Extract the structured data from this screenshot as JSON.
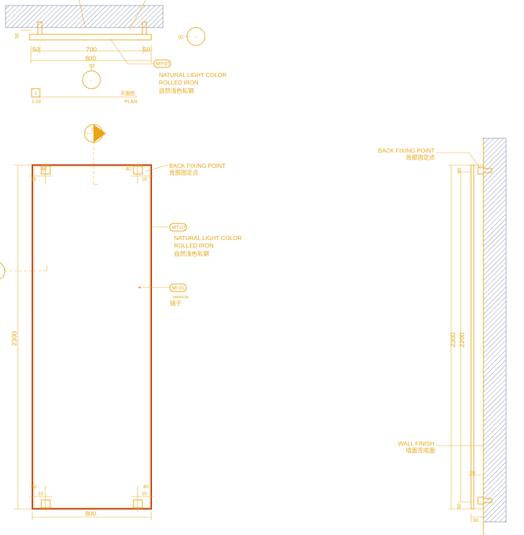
{
  "plan": {
    "tag_top_left": "50",
    "dims": {
      "left": "50",
      "mid": "700",
      "right": "50",
      "total": "800"
    },
    "material_tag": "MT-07",
    "material_en1": "NATURAL LIGHT COLOR",
    "material_en2": "ROLLED IRON",
    "material_cn": "自然浅色轧钢",
    "section_marker_top": "02",
    "section_marker_bottom": "-",
    "title_number": "1",
    "title_cn": "平面图",
    "title_scale": "1:10",
    "title_en": "PLAN"
  },
  "elevation": {
    "marker_top": "02",
    "marker_bottom": "-",
    "back_fixing_en": "BACK FIXING POINT",
    "back_fixing_cn": "背部固定点",
    "material_tag": "MT-07",
    "material_en1": "NATURAL LIGHT COLOR",
    "material_en2": "ROLLED IRON",
    "material_cn": "自然浅色轧钢",
    "mirror_tag": "MI-01",
    "mirror_sub": "MIRROR",
    "mirror_cn": "镜子",
    "height_dim": "2300",
    "width_dim": "800",
    "corner_dim_a": "40",
    "corner_dim_b": "10",
    "corner_dim_c": "50"
  },
  "section": {
    "back_fixing_en": "BACK FIXING POINT",
    "back_fixing_cn": "背部固定点",
    "wall_finish_en": "WALL FINISH",
    "wall_finish_cn": "墙面完成面",
    "dim_total": "2300",
    "dim_inner": "2200",
    "dim_top": "50",
    "dim_bottom": "50",
    "dim_20": "20",
    "dim_depth": "80"
  },
  "colors": {
    "line": "#e8a517",
    "frame": "#c0431a",
    "hatch": "#6f7fa3"
  }
}
